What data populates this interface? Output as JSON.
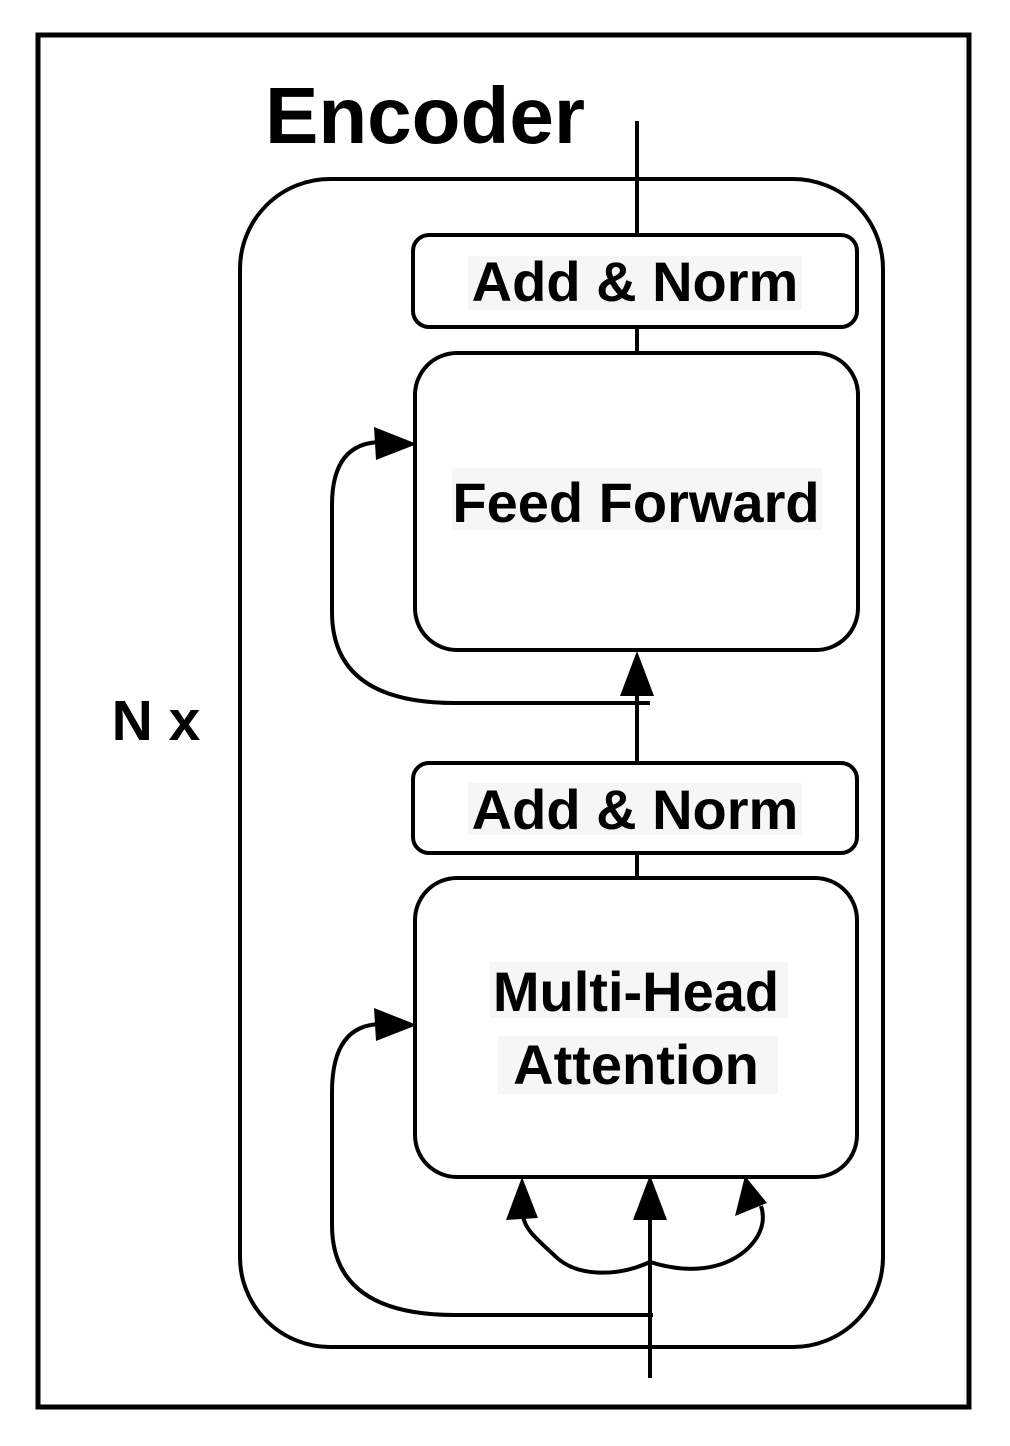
{
  "figure": {
    "type": "block-diagram",
    "subject": "Transformer encoder block"
  },
  "colors": {
    "ink": "#000000",
    "paper": "#ffffff",
    "label_highlight": "#f6f6f7"
  },
  "diagram": {
    "title": "Encoder",
    "repeat_label": "N x",
    "nodes": [
      {
        "id": "add-norm-top",
        "label": "Add & Norm"
      },
      {
        "id": "feed-forward",
        "label": "Feed Forward"
      },
      {
        "id": "add-norm-bottom",
        "label": "Add & Norm"
      },
      {
        "id": "multi-head-attention",
        "label": "Multi-Head Attention",
        "lines": [
          "Multi-Head",
          "Attention"
        ]
      }
    ],
    "edges": [
      {
        "from": "input",
        "to": "multi-head-attention",
        "note": "center input arrow plus two curved side arrows into bottom"
      },
      {
        "from": "input",
        "to": "multi-head-attention",
        "note": "residual skip loop into left edge"
      },
      {
        "from": "multi-head-attention",
        "to": "add-norm-bottom",
        "note": "vertical connector"
      },
      {
        "from": "add-norm-bottom",
        "to": "feed-forward",
        "note": "upward arrow"
      },
      {
        "from": "add-norm-bottom",
        "to": "feed-forward",
        "note": "residual skip loop into left edge"
      },
      {
        "from": "feed-forward",
        "to": "add-norm-top",
        "note": "vertical connector"
      },
      {
        "from": "add-norm-top",
        "to": "output",
        "note": "vertical line exiting top of encoder container"
      }
    ]
  }
}
